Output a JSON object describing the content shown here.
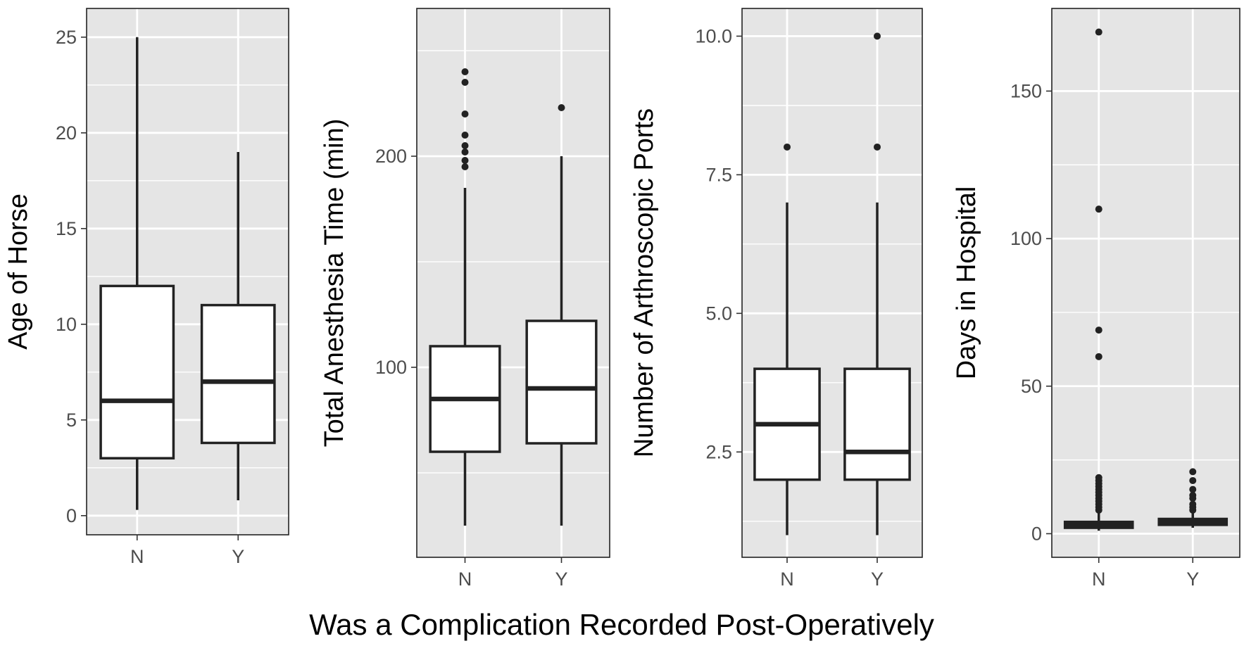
{
  "chart_data": {
    "type": "boxplot",
    "xlabel": "Was a Complication Recorded Post-Operatively",
    "panels": [
      {
        "ylabel": "Age of Horse",
        "categories": [
          "N",
          "Y"
        ],
        "ylim": [
          -1,
          26.5
        ],
        "yticks": [
          0,
          5,
          10,
          15,
          20,
          25
        ],
        "ytick_labels": [
          "0",
          "5",
          "10",
          "15",
          "20",
          "25"
        ],
        "minor_ticks": [
          2.5,
          7.5,
          12.5,
          17.5,
          22.5
        ],
        "boxes": [
          {
            "category": "N",
            "q1": 3,
            "median": 6,
            "q3": 12,
            "whisker_low": 0.3,
            "whisker_high": 25,
            "outliers": []
          },
          {
            "category": "Y",
            "q1": 3.8,
            "median": 7,
            "q3": 11,
            "whisker_low": 0.8,
            "whisker_high": 19,
            "outliers": []
          }
        ]
      },
      {
        "ylabel": "Total Anesthesia Time (min)",
        "categories": [
          "N",
          "Y"
        ],
        "ylim": [
          10,
          270
        ],
        "yticks": [
          100,
          200
        ],
        "ytick_labels": [
          "100",
          "200"
        ],
        "minor_ticks": [
          50,
          150,
          250
        ],
        "boxes": [
          {
            "category": "N",
            "q1": 60,
            "median": 85,
            "q3": 110,
            "whisker_low": 25,
            "whisker_high": 185,
            "outliers": [
              195,
              198,
              202,
              205,
              210,
              220,
              235,
              240
            ]
          },
          {
            "category": "Y",
            "q1": 64,
            "median": 90,
            "q3": 122,
            "whisker_low": 25,
            "whisker_high": 200,
            "outliers": [
              223
            ]
          }
        ]
      },
      {
        "ylabel": "Number of Arthroscopic Ports",
        "categories": [
          "N",
          "Y"
        ],
        "ylim": [
          0.6,
          10.5
        ],
        "yticks": [
          2.5,
          5,
          7.5,
          10
        ],
        "ytick_labels": [
          "2.5",
          "5.0",
          "7.5",
          "10.0"
        ],
        "minor_ticks": [
          1.25,
          3.75,
          6.25,
          8.75
        ],
        "boxes": [
          {
            "category": "N",
            "q1": 2,
            "median": 3,
            "q3": 4,
            "whisker_low": 1,
            "whisker_high": 7,
            "outliers": [
              8
            ]
          },
          {
            "category": "Y",
            "q1": 2,
            "median": 2.5,
            "q3": 4,
            "whisker_low": 1,
            "whisker_high": 7,
            "outliers": [
              8,
              10
            ]
          }
        ]
      },
      {
        "ylabel": "Days in Hospital",
        "categories": [
          "N",
          "Y"
        ],
        "ylim": [
          -8,
          178
        ],
        "yticks": [
          0,
          50,
          100,
          150
        ],
        "ytick_labels": [
          "0",
          "50",
          "100",
          "150"
        ],
        "minor_ticks": [
          25,
          75,
          125
        ],
        "boxes": [
          {
            "category": "N",
            "q1": 2,
            "median": 3,
            "q3": 4,
            "whisker_low": 1,
            "whisker_high": 7,
            "outliers": [
              8,
              9,
              10,
              11,
              12,
              13,
              14,
              15,
              16,
              17,
              18,
              19,
              60,
              69,
              110,
              170
            ]
          },
          {
            "category": "Y",
            "q1": 3,
            "median": 4,
            "q3": 5,
            "whisker_low": 2,
            "whisker_high": 7,
            "outliers": [
              8,
              9,
              10,
              12,
              13,
              15,
              18,
              21
            ]
          }
        ]
      }
    ]
  }
}
